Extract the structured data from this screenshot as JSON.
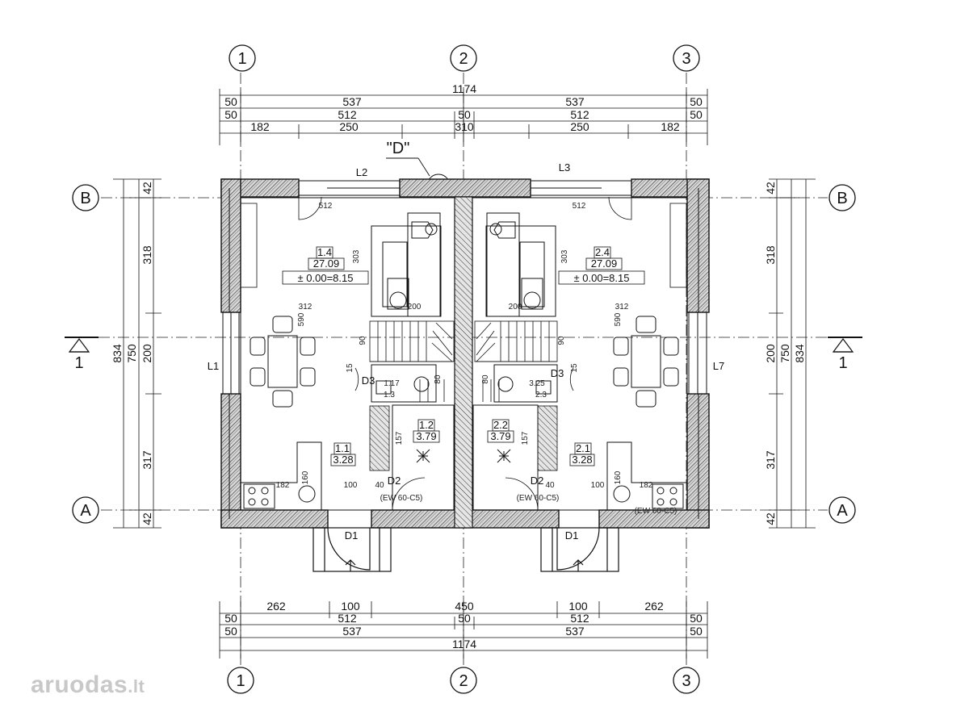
{
  "axes": {
    "vertical": [
      "1",
      "2",
      "3"
    ],
    "horizontal": [
      "B",
      "A"
    ]
  },
  "dims_top": {
    "total": "1174",
    "row1": [
      "50",
      "537",
      "537",
      "50"
    ],
    "row2": [
      "50",
      "512",
      "50",
      "512",
      "50"
    ],
    "row3": [
      "182",
      "250",
      "310",
      "250",
      "182"
    ]
  },
  "dims_bottom": {
    "row1": [
      "262",
      "100",
      "450",
      "100",
      "262"
    ],
    "row2": [
      "50",
      "512",
      "50",
      "512",
      "50"
    ],
    "row3": [
      "50",
      "537",
      "537",
      "50"
    ],
    "total": "1174"
  },
  "dims_left": {
    "outer": "834",
    "mid": "750",
    "inner": [
      "42",
      "318",
      "200",
      "317",
      "42"
    ]
  },
  "dims_right": {
    "outer": "834",
    "mid": "750",
    "inner": [
      "42",
      "318",
      "200",
      "317",
      "42"
    ]
  },
  "section": {
    "mark": "\"D\"",
    "cut_label_left": "1",
    "cut_label_right": "1"
  },
  "windows": [
    "L1",
    "L2",
    "L3",
    "L7"
  ],
  "doors": [
    "D1",
    "D1",
    "D2",
    "D2",
    "D3",
    "D3"
  ],
  "door_specs": [
    "(EW 60-C5)",
    "(EW 60-C5)",
    "(EW 60-C5)"
  ],
  "rooms": [
    {
      "num": "1.4",
      "area": "27.09",
      "level": "± 0.00=8.15"
    },
    {
      "num": "2.4",
      "area": "27.09",
      "level": "± 0.00=8.15"
    },
    {
      "num": "1.1",
      "area": "3.28"
    },
    {
      "num": "2.1",
      "area": "3.28"
    },
    {
      "num": "1.2",
      "area": "3.79"
    },
    {
      "num": "2.2",
      "area": "3.79"
    },
    {
      "num": "1.17",
      "area": "1.3"
    },
    {
      "num": "3.25",
      "area": "2.3"
    }
  ],
  "small_dims": [
    "512",
    "512",
    "303",
    "303",
    "200",
    "200",
    "312",
    "312",
    "590",
    "590",
    "157",
    "157",
    "160",
    "160",
    "182",
    "182",
    "100",
    "100",
    "40",
    "40",
    "90",
    "90",
    "15",
    "15",
    "80",
    "80"
  ],
  "watermark": {
    "text": "aruodas",
    "suffix": ".lt"
  },
  "colors": {
    "line": "#111111",
    "hatch": "#555555",
    "wall_fill": "#9a9a9a"
  }
}
